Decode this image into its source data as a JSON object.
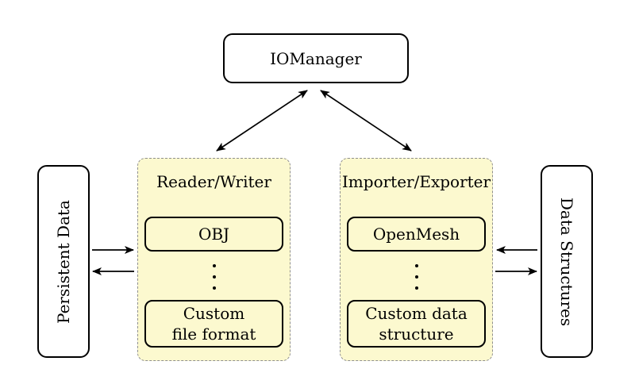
{
  "diagram": {
    "iomanager": {
      "label": "IOManager"
    },
    "persistent_data": {
      "label": "Persistent Data"
    },
    "data_structures": {
      "label": "Data Structures"
    },
    "reader_writer": {
      "title": "Reader/Writer",
      "items": [
        {
          "label": "OBJ"
        },
        {
          "label": "Custom\nfile format"
        }
      ]
    },
    "importer_exporter": {
      "title": "Importer/Exporter",
      "items": [
        {
          "label": "OpenMesh"
        },
        {
          "label": "Custom data\nstructure"
        }
      ]
    },
    "colors": {
      "background": "#ffffff",
      "group_fill": "#fcf9cf",
      "group_border": "#8f8f8f",
      "box_border": "#000000",
      "arrow": "#000000",
      "text": "#000000"
    }
  }
}
